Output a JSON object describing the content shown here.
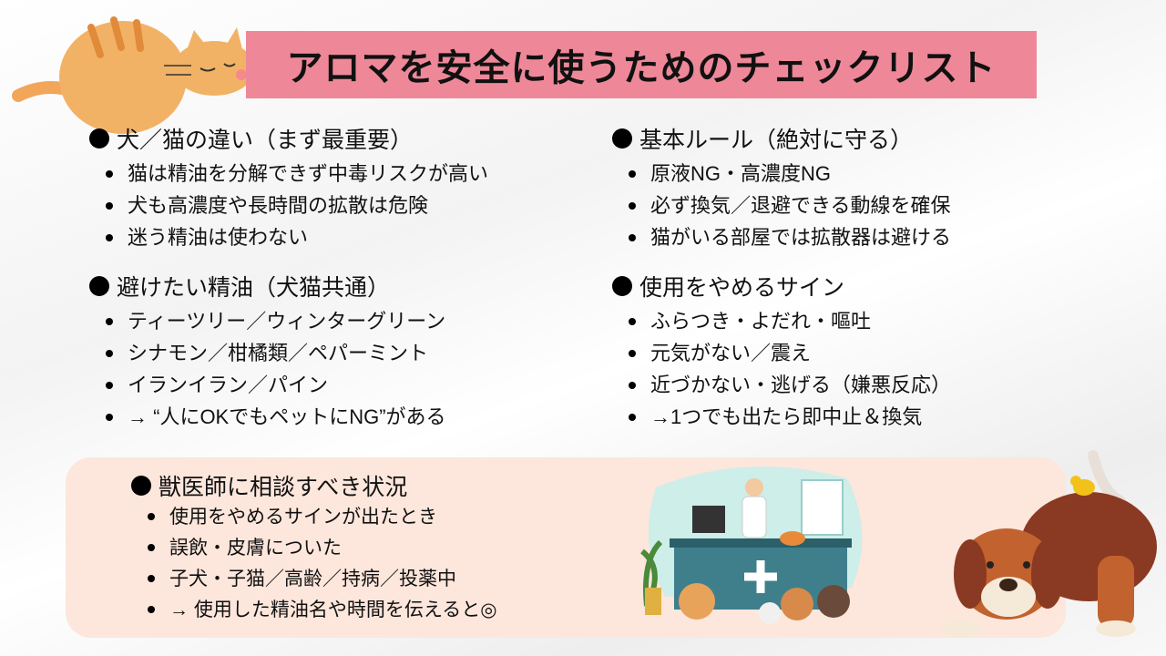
{
  "title": "アロマを安全に使うためのチェックリスト",
  "sections": [
    {
      "heading": "犬／猫の違い（まず最重要）",
      "items": [
        "猫は精油を分解できず中毒リスクが高い",
        "犬も高濃度や長時間の拡散は危険",
        "迷う精油は使わない"
      ]
    },
    {
      "heading": "避けたい精油（犬猫共通）",
      "items": [
        "ティーツリー／ウィンターグリーン",
        "シナモン／柑橘類／ペパーミント",
        "イランイラン／パイン",
        "→ “人にOKでもペットにNG”がある"
      ]
    },
    {
      "heading": "基本ルール（絶対に守る）",
      "items": [
        "原液NG・高濃度NG",
        "必ず換気／退避できる動線を確保",
        "猫がいる部屋では拡散器は避ける"
      ]
    },
    {
      "heading": "使用をやめるサイン",
      "items": [
        "ふらつき・よだれ・嘔吐",
        "元気がない／震え",
        "近づかない・逃げる（嫌悪反応）",
        " →1つでも出たら即中止＆換気"
      ]
    },
    {
      "heading": "獣医師に相談すべき状況",
      "items": [
        "使用をやめるサインが出たとき",
        "誤飲・皮膚についた",
        "子犬・子猫／高齢／持病／投薬中",
        "→ 使用した精油名や時間を伝えると◎"
      ]
    }
  ],
  "colors": {
    "banner": "#ee8898",
    "bottom_box": "#fde6dc"
  }
}
